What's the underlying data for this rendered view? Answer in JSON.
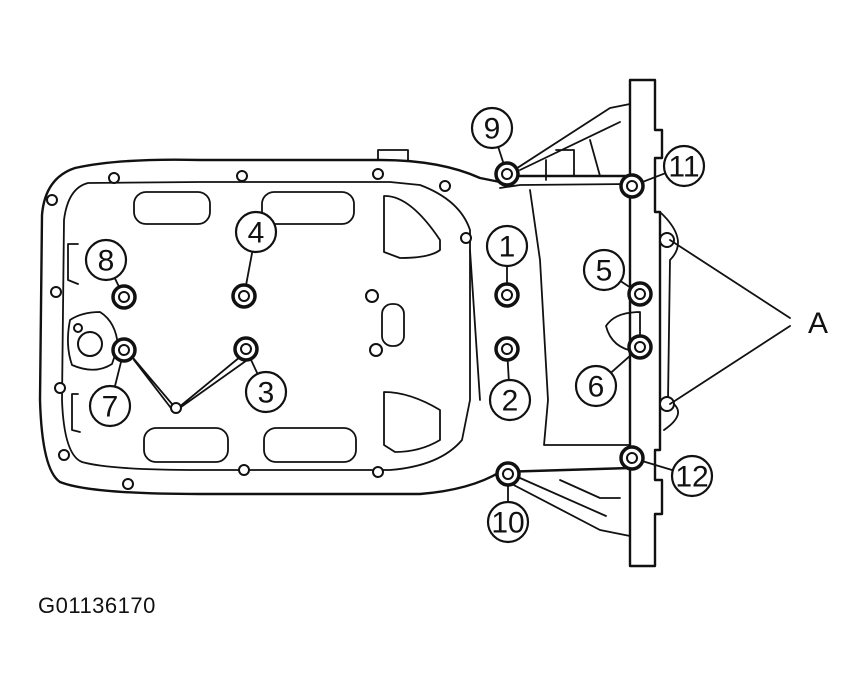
{
  "figure_id": "G01136170",
  "label_a": "A",
  "bolts": [
    {
      "number": "1"
    },
    {
      "number": "2"
    },
    {
      "number": "3"
    },
    {
      "number": "4"
    },
    {
      "number": "5"
    },
    {
      "number": "6"
    },
    {
      "number": "7"
    },
    {
      "number": "8"
    },
    {
      "number": "9"
    },
    {
      "number": "10"
    },
    {
      "number": "11"
    },
    {
      "number": "12"
    }
  ]
}
